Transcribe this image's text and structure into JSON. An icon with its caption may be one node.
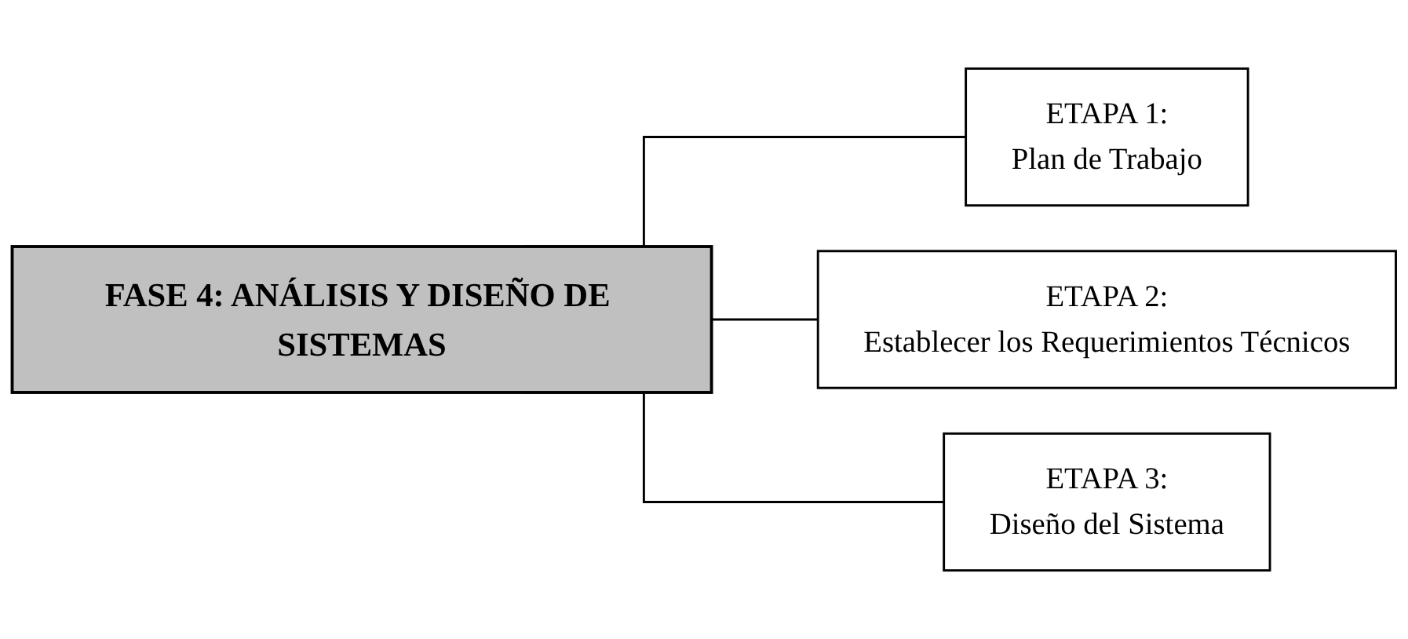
{
  "diagram": {
    "nodes": [
      {
        "text": [
          "FASE 4: ANÁLISIS Y DISEÑO DE SISTEMAS"
        ]
      },
      {
        "text": [
          "ETAPA 1:",
          "Plan de Trabajo"
        ]
      },
      {
        "text": [
          "ETAPA 2:",
          "Establecer los Requerimientos Técnicos"
        ]
      },
      {
        "text": [
          "ETAPA 3:",
          "Diseño del Sistema"
        ]
      }
    ],
    "edges": [
      {
        "from": 0,
        "to": 1,
        "arrow": "none"
      },
      {
        "from": 0,
        "to": 2,
        "arrow": "none"
      },
      {
        "from": 0,
        "to": 3,
        "arrow": "none"
      }
    ]
  }
}
